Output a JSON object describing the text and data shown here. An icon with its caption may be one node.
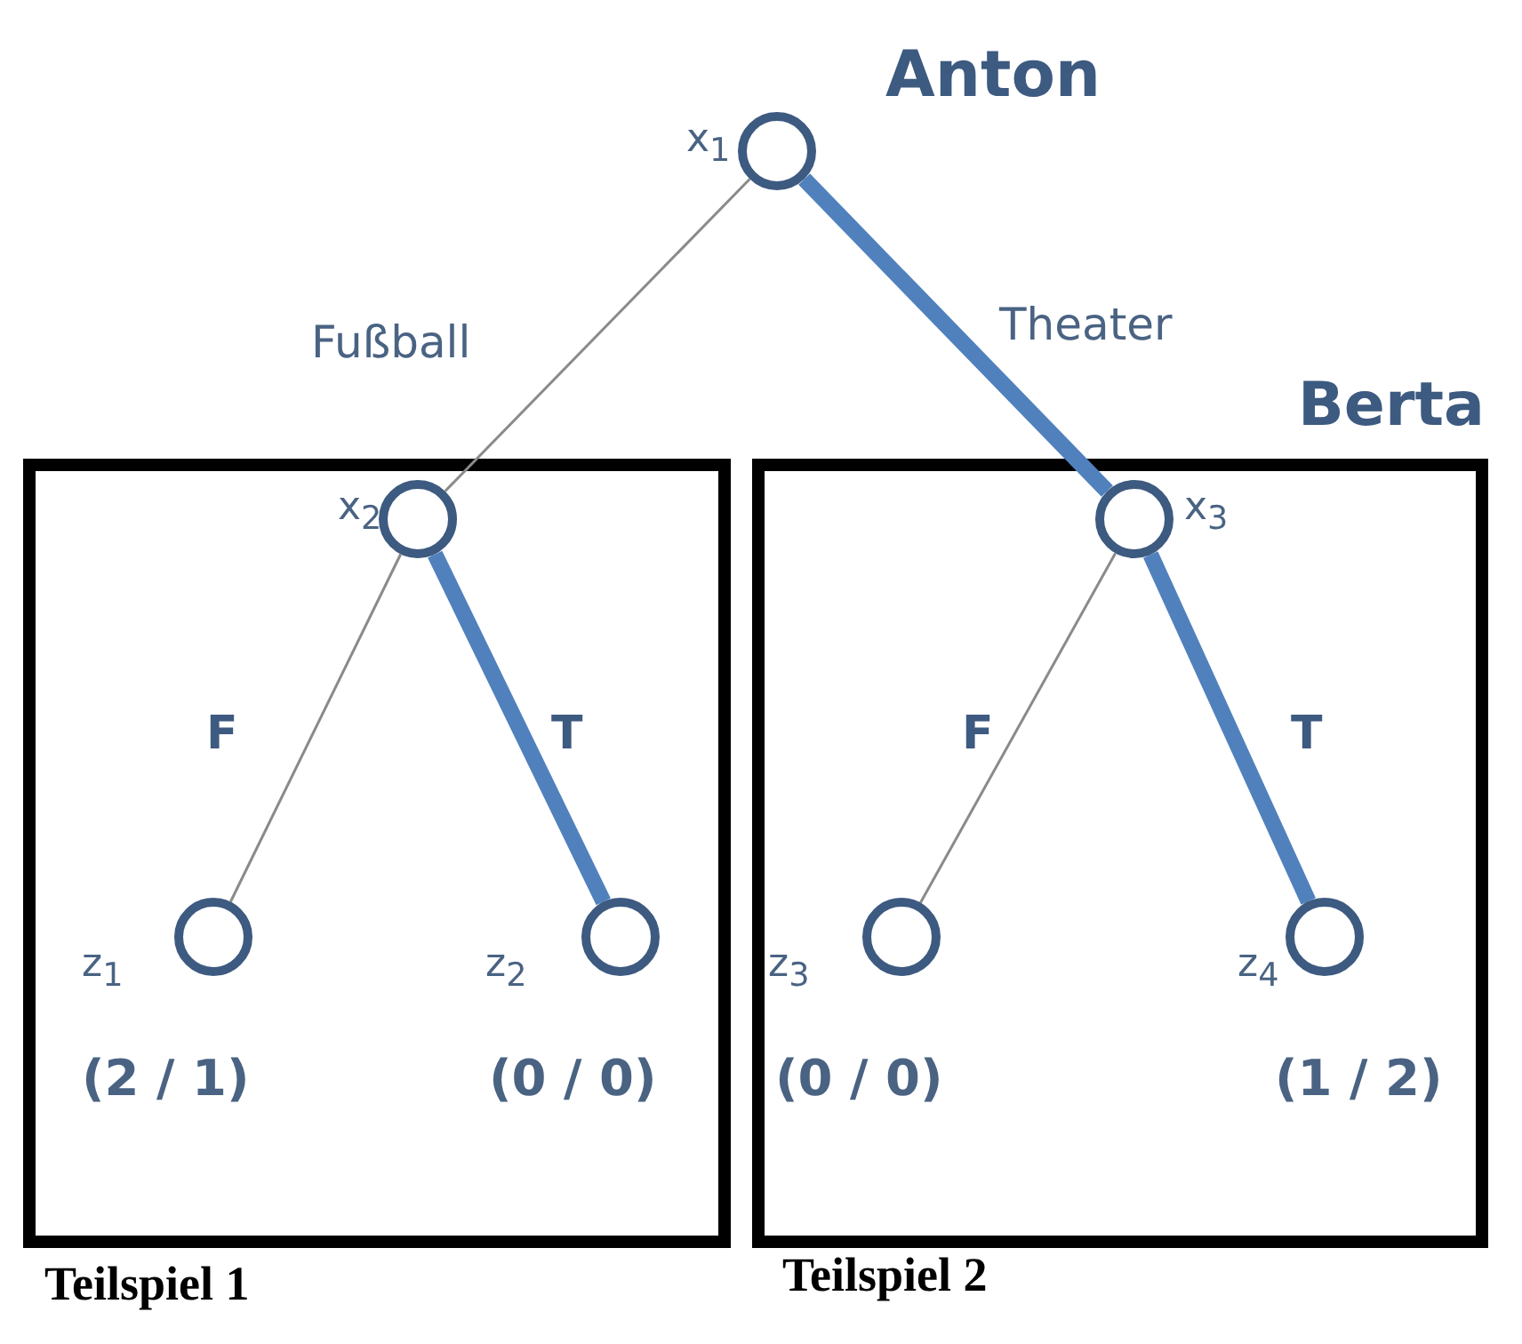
{
  "diagram": {
    "nodes": [
      {
        "text": [],
        "shape": "circle",
        "beside": [
          "x$_{1}$",
          "Anton"
        ]
      },
      {
        "text": [
          "Teilspiel 1"
        ]
      },
      {
        "text": [],
        "shape": "circle",
        "in": 1,
        "beside": [
          "x$_{2}$"
        ]
      },
      {
        "text": [],
        "shape": "circle",
        "in": 1,
        "beside": [
          "z$_{1}$",
          "(2 / 1)"
        ]
      },
      {
        "text": [],
        "shape": "circle",
        "in": 1,
        "beside": [
          "z$_{2}$",
          "(0 / 0)"
        ]
      },
      {
        "text": [
          "Teilspiel 2"
        ]
      },
      {
        "text": [],
        "shape": "circle",
        "in": 5,
        "beside": [
          "x$_{3}$"
        ]
      },
      {
        "text": [],
        "shape": "circle",
        "in": 5,
        "beside": [
          "z$_{3}$",
          "(0 / 0)"
        ]
      },
      {
        "text": [],
        "shape": "circle",
        "in": 5,
        "beside": [
          "z$_{4}$",
          "(1 / 2)"
        ]
      }
    ],
    "edges": [
      {
        "from": 0,
        "to": 2,
        "arrow": "none",
        "label": "Fußball"
      },
      {
        "from": 0,
        "to": 6,
        "arrow": "none",
        "label": "Theater",
        "style": "thick"
      },
      {
        "from": 2,
        "to": 3,
        "arrow": "none",
        "label": "F"
      },
      {
        "from": 2,
        "to": 4,
        "arrow": "none",
        "label": "T",
        "style": "thick"
      },
      {
        "from": 6,
        "to": 7,
        "arrow": "none",
        "label": "F"
      },
      {
        "from": 6,
        "to": 8,
        "arrow": "none",
        "label": "T",
        "style": "thick"
      }
    ],
    "labels": [
      "Berta"
    ]
  }
}
